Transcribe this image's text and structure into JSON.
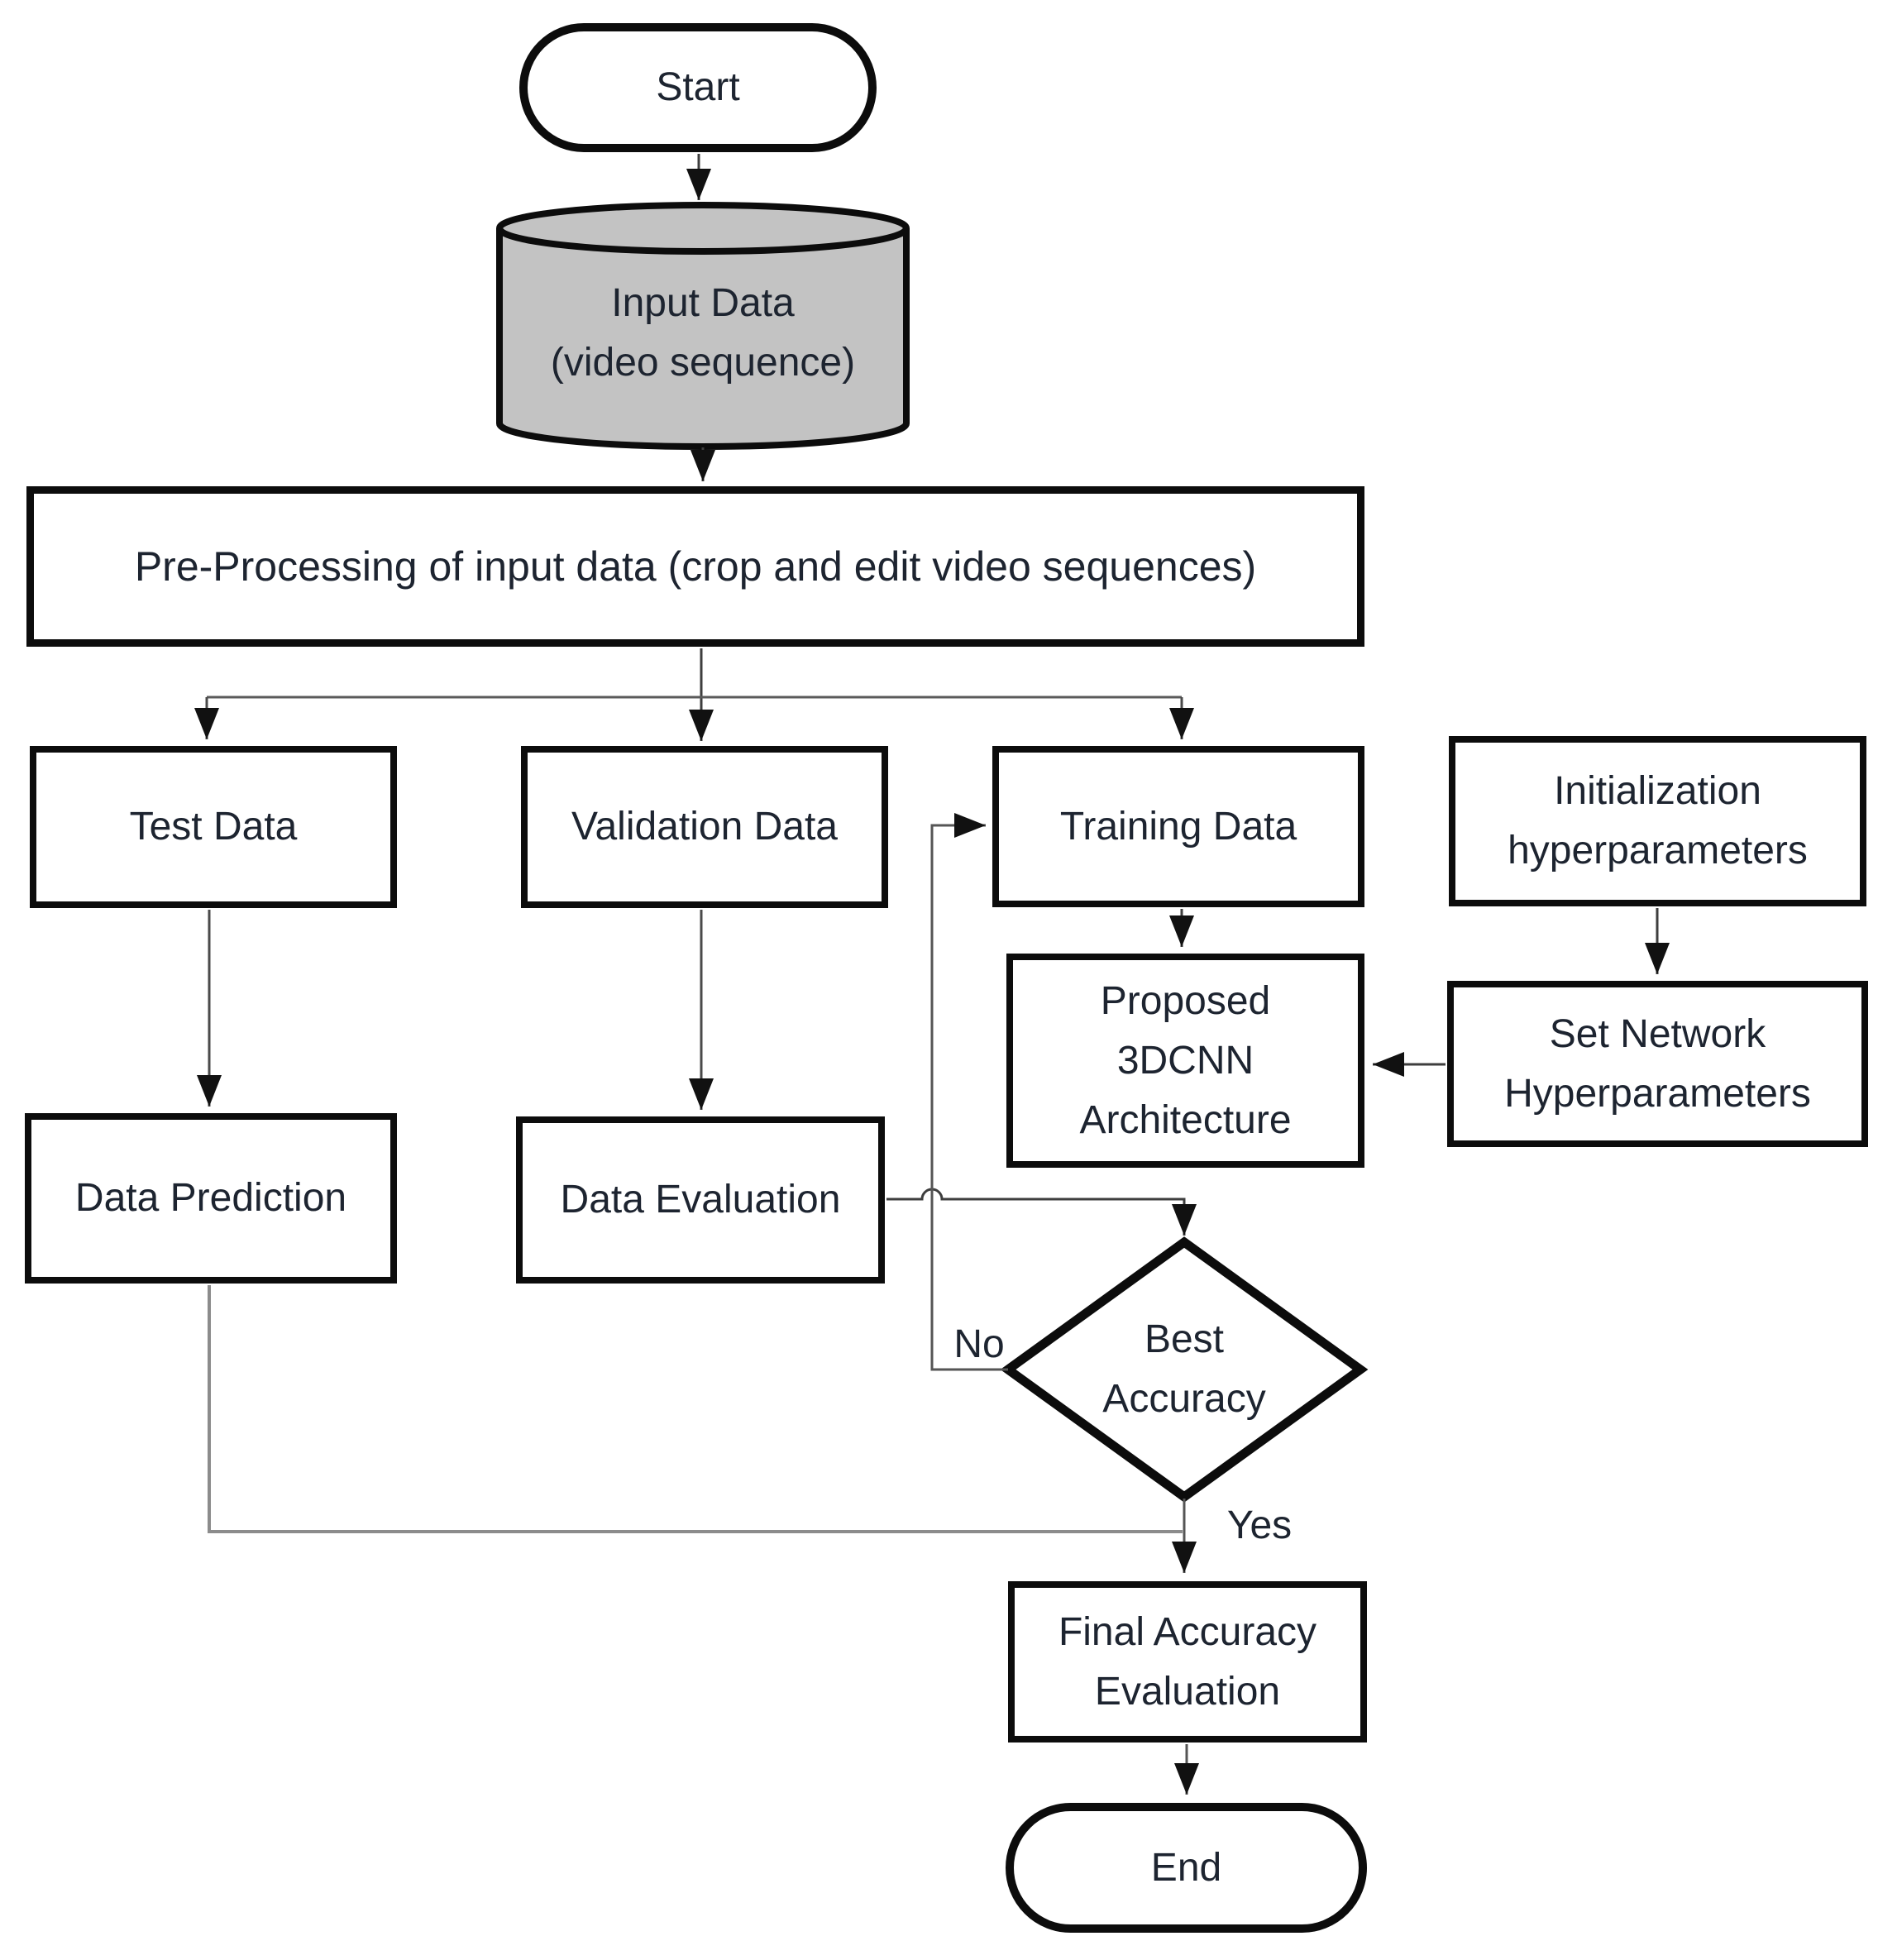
{
  "diagram": {
    "nodes": {
      "start": {
        "label": "Start"
      },
      "input_data": {
        "label": "Input Data\n(video sequence)"
      },
      "preprocessing": {
        "label": "Pre-Processing of input data (crop and edit video sequences)"
      },
      "test_data": {
        "label": "Test Data"
      },
      "validation_data": {
        "label": "Validation Data"
      },
      "training_data": {
        "label": "Training Data"
      },
      "init_hyperparameters": {
        "label": "Initialization\nhyperparameters"
      },
      "set_network_hyperparameters": {
        "label": "Set Network\nHyperparameters"
      },
      "proposed_3dcnn": {
        "label": "Proposed\n3DCNN\nArchitecture"
      },
      "data_prediction": {
        "label": "Data Prediction"
      },
      "data_evaluation": {
        "label": "Data Evaluation"
      },
      "best_accuracy": {
        "label": "Best\nAccuracy"
      },
      "final_accuracy": {
        "label": "Final Accuracy\nEvaluation"
      },
      "end": {
        "label": "End"
      }
    },
    "edge_labels": {
      "no": "No",
      "yes": "Yes"
    },
    "colors": {
      "background": "#ffffff",
      "cylinder_fill": "#c3c3c3",
      "shape_border": "#0c0c0c",
      "connector": "#4a4a4a",
      "connector_light": "#8c8c8c",
      "arrowhead": "#111111",
      "text": "#1d2430"
    }
  }
}
